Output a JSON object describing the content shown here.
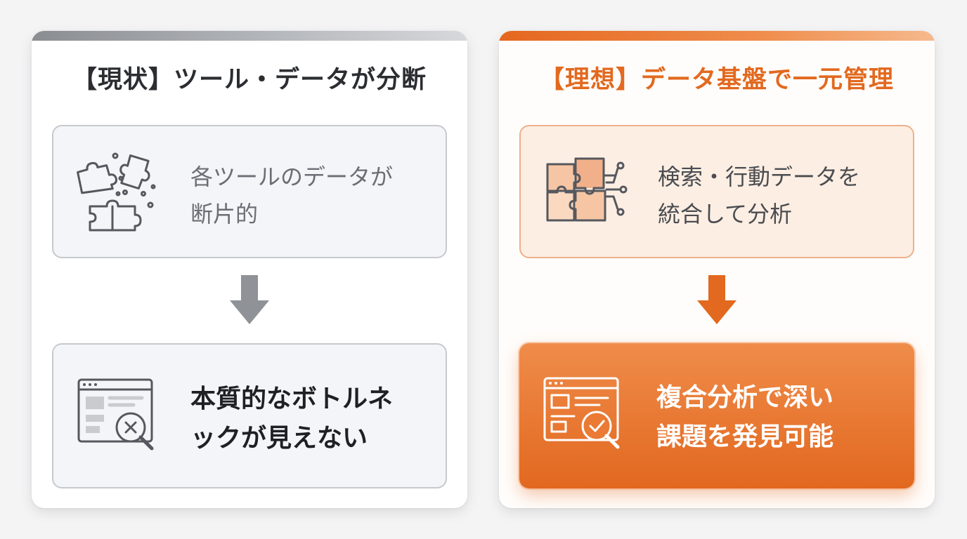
{
  "left_panel": {
    "title": "【現状】ツール・データが分断",
    "top_box": {
      "line1": "各ツールのデータが",
      "line2": "断片的",
      "icon": "scattered-puzzle-icon"
    },
    "bottom_box": {
      "line1": "本質的なボトルネ",
      "line2": "ックが見えない",
      "icon": "search-error-icon"
    },
    "accent": "#8a8d92"
  },
  "right_panel": {
    "title": "【理想】データ基盤で一元管理",
    "top_box": {
      "line1": "検索・行動データを",
      "line2": "統合して分析",
      "icon": "connected-puzzle-icon"
    },
    "bottom_box": {
      "line1": "複合分析で深い",
      "line2": "課題を発見可能",
      "icon": "search-check-icon"
    },
    "accent": "#e2691f"
  }
}
